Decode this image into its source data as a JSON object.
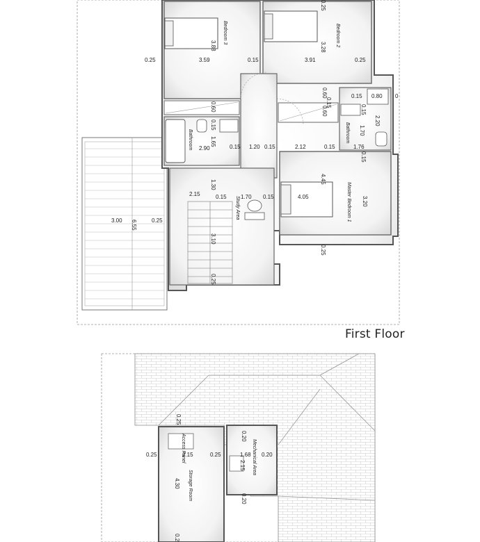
{
  "floors": [
    {
      "title": "First Floor",
      "rooms": {
        "bedroom3": "Bedroom 3",
        "bedroom2": "Bedroom 2",
        "bathroom_left": "Bathroom",
        "bathroom_right": "Bathroom",
        "study": "Study Area",
        "master": "Master Bedroom 1"
      },
      "dimensions": [
        "0.25",
        "3.59",
        "0.15",
        "3.91",
        "0.25",
        "3.88",
        "3.28",
        "0.25",
        "0.80",
        "0.15",
        "0.60",
        "0.15",
        "0.60",
        "0.15",
        "2.20",
        "0",
        "1.70",
        "1.76",
        "0.15",
        "2.12",
        "1.20",
        "0.15",
        "1.65",
        "0.15",
        "0.60",
        "0.15",
        "2.90",
        "1.30",
        "2.15",
        "0.15",
        "1.70",
        "0.15",
        "4.45",
        "4.05",
        "3.20",
        "0.15",
        "3.00",
        "6.55",
        "0.25",
        "3.10",
        "0.25",
        "0.25"
      ]
    },
    {
      "title": "",
      "rooms": {
        "access": "Access Panel",
        "storage": "Storage Room",
        "mechanical": "Mechanical Area"
      },
      "dimensions": [
        "0.25",
        "0.20",
        "0.25",
        "2.15",
        "0.25",
        "1.68",
        "0.20",
        "2.15",
        "4.30",
        "0.20",
        "0.25"
      ]
    }
  ]
}
